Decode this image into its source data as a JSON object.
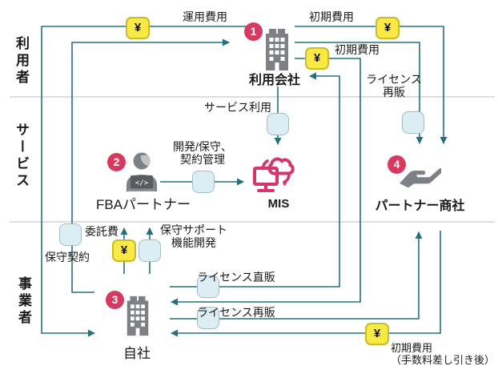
{
  "diagram": {
    "yen": "¥",
    "bands": [
      {
        "label": "利用者"
      },
      {
        "label": "サービス"
      },
      {
        "label": "事業者"
      }
    ],
    "entities": {
      "riyo_kaisha": {
        "badge": "1",
        "label": "利用会社"
      },
      "fba_partner": {
        "badge": "2",
        "label": "FBAパートナー"
      },
      "mis": {
        "label": "MIS"
      },
      "jisha": {
        "badge": "3",
        "label": "自社"
      },
      "partner_shosha": {
        "badge": "4",
        "label": "パートナー商社"
      }
    },
    "flows": {
      "unyo_hiyo": "運用費用",
      "shoki_hiyo_top": "初期費用",
      "shoki_hiyo_mid": "初期費用",
      "license_saihan_right_l1": "ライセンス",
      "license_saihan_right_l2": "再販",
      "service_riyo": "サービス利用",
      "kaihatsu_l1": "開発/保守、",
      "kaihatsu_l2": "契約管理",
      "itakuhi": "委託費",
      "hoshu_keiyaku": "保守契約",
      "hoshu_support_l1": "保守サポート",
      "hoshu_support_l2": "機能開発",
      "license_chokuhan": "ライセンス直販",
      "license_saihan_bottom": "ライセンス再販",
      "shoki_hiyo_bottom_l1": "初期費用",
      "shoki_hiyo_bottom_l2": "（手数料差し引き後）"
    },
    "colors": {
      "flow_line": "#26707e",
      "accent_pink": "#d63a60",
      "mis_pink": "#d4356b",
      "yen_bg": "#f9e945",
      "yen_border": "#c9bc2a",
      "node_bg": "#dcedf3",
      "node_border": "#9fbdc9",
      "icon_gray": "#7d8185",
      "divider_gray": "#c9c9c9"
    }
  }
}
